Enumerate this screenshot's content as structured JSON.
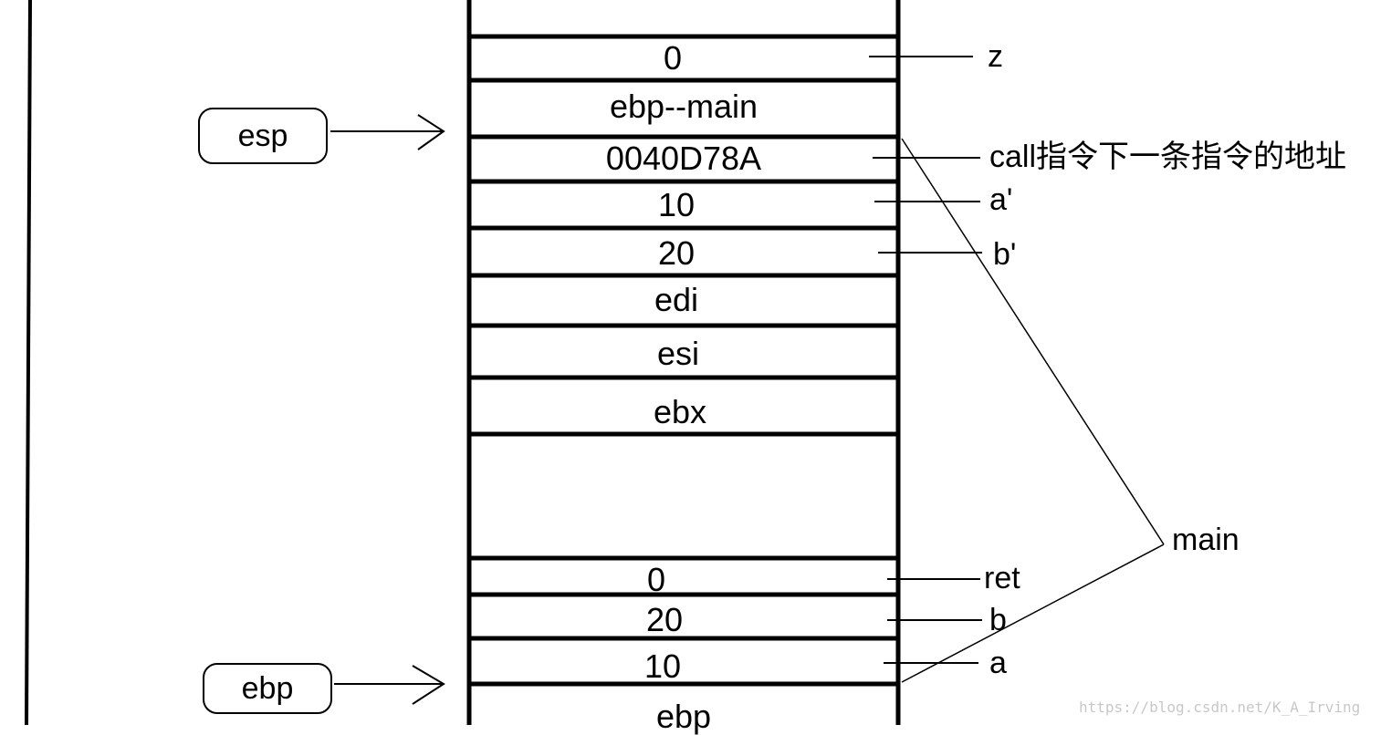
{
  "stack_cells": [
    {
      "value": "0",
      "name": "z"
    },
    {
      "value": "ebp--main",
      "name": ""
    },
    {
      "value": "0040D78A",
      "name": "call指令下一条指令的地址"
    },
    {
      "value": "10",
      "name": "a'"
    },
    {
      "value": "20",
      "name": "b'"
    },
    {
      "value": "edi",
      "name": ""
    },
    {
      "value": "esi",
      "name": ""
    },
    {
      "value": "ebx",
      "name": ""
    },
    {
      "value": "",
      "name": ""
    },
    {
      "value": "0",
      "name": "ret"
    },
    {
      "value": "20",
      "name": "b"
    },
    {
      "value": "10",
      "name": "a"
    },
    {
      "value": "ebp",
      "name": ""
    }
  ],
  "pointers": {
    "esp": "esp",
    "ebp": "ebp"
  },
  "frame_label": "main",
  "watermark": "https://blog.csdn.net/K_A_Irving"
}
